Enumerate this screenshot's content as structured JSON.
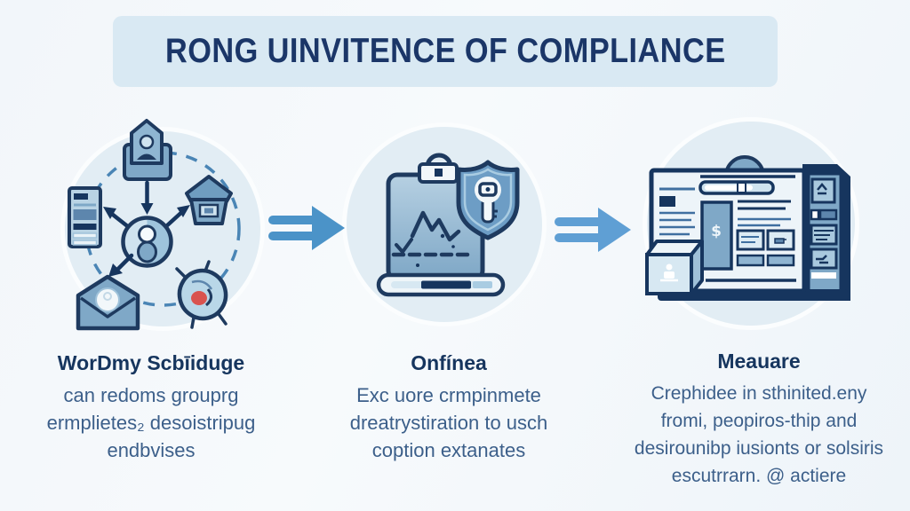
{
  "palette": {
    "background": "#f3f7fa",
    "banner_bg": "#d9e9f3",
    "title_color": "#1b3668",
    "navy_outline": "#1e3a5f",
    "circle_bg": "#e2edf4",
    "arrow_blue_1": "#4b93c8",
    "arrow_blue_2": "#5f9fd4",
    "body_text": "#3c5f8a",
    "accent_red": "#d9534f"
  },
  "banner": {
    "title": "RONG UINVITENCE OF COMPLIANCE"
  },
  "steps": [
    {
      "icon": "network-hub-illustration",
      "heading": "WorDmy Scbīiduge",
      "lines": [
        "can redoms grouprg",
        "ermplietes₂ desoistripug",
        "endbvises"
      ]
    },
    {
      "icon": "clipboard-shield-illustration",
      "heading": "Onfínea",
      "lines": [
        "Exc uore crmpinmete",
        "dreatrystiration to usch",
        "coption extanates"
      ]
    },
    {
      "icon": "dashboard-illustration",
      "heading": "Meauare",
      "lines": [
        "Crephidee in sthinited.eny",
        "fromi, peopiros-thip and",
        "desirounibp iusionts or solsiris",
        "escutrrarn. @ actiere"
      ]
    }
  ],
  "arrows": [
    {
      "name": "arrow-1"
    },
    {
      "name": "arrow-2"
    }
  ]
}
